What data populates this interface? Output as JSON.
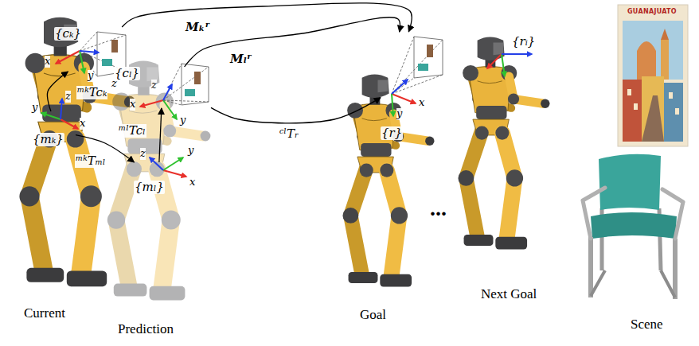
{
  "diagram": {
    "nodes": [
      {
        "text": [
          "{cₖ}"
        ]
      },
      {
        "text": [
          "{mₖ}"
        ]
      },
      {
        "text": [
          "{cₗ}"
        ]
      },
      {
        "text": [
          "{mₗ}"
        ]
      },
      {
        "text": [
          "{r}"
        ]
      },
      {
        "text": [
          "{rᵢ}"
        ]
      }
    ],
    "edges": [
      {
        "from": 0,
        "to": 4,
        "arrow": "to",
        "label": "Mₖʳ"
      },
      {
        "from": 2,
        "to": 4,
        "arrow": "to",
        "label": "Mₗʳ"
      },
      {
        "from": 1,
        "to": 0,
        "arrow": "to",
        "label": "ᵐᵏTcₖ"
      },
      {
        "from": 3,
        "to": 2,
        "arrow": "to",
        "label": "ᵐˡTcₗ"
      },
      {
        "from": 1,
        "to": 3,
        "arrow": "to",
        "label": "ᵐᵏTₘₗ"
      },
      {
        "from": 2,
        "to": 4,
        "arrow": "to",
        "label": "ᶜˡTᵣ"
      }
    ],
    "labels": [
      "x",
      "y",
      "z",
      "z",
      "y",
      "x",
      "x",
      "y",
      "z",
      "x",
      "y",
      "z",
      "y",
      "x",
      "Current",
      "Prediction",
      "Goal",
      "Next Goal",
      "Scene",
      "...",
      "GUANAJUATO"
    ]
  }
}
